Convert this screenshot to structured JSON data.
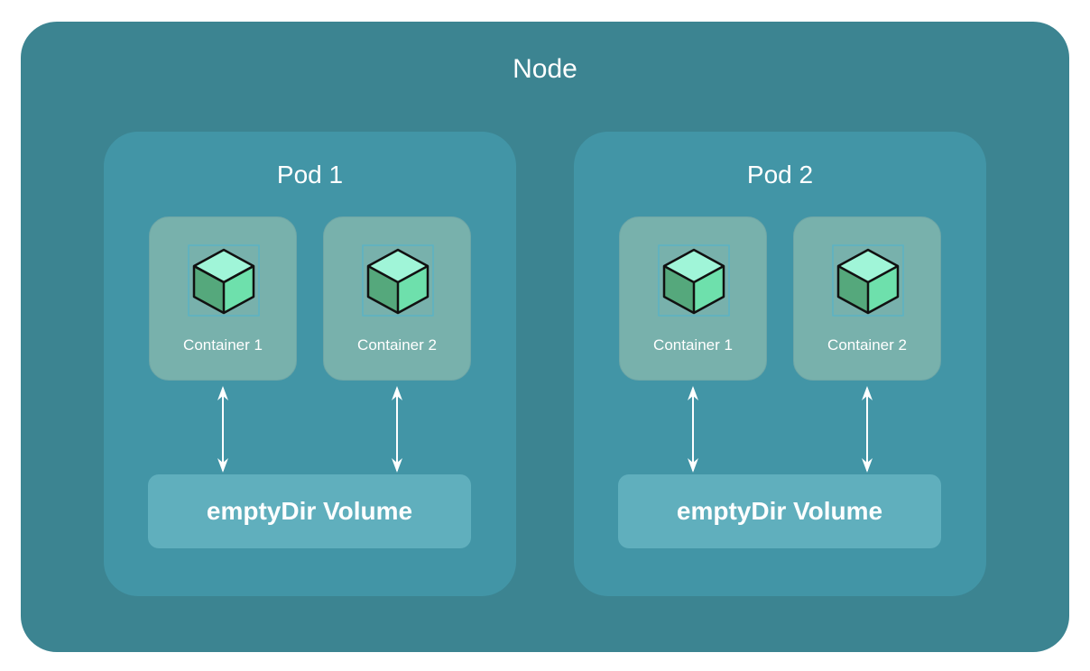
{
  "node": {
    "title": "Node"
  },
  "pods": [
    {
      "title": "Pod 1",
      "containers": [
        {
          "label": "Container 1"
        },
        {
          "label": "Container 2"
        }
      ],
      "volume": "emptyDir Volume"
    },
    {
      "title": "Pod 2",
      "containers": [
        {
          "label": "Container 1"
        },
        {
          "label": "Container 2"
        }
      ],
      "volume": "emptyDir Volume"
    }
  ],
  "colors": {
    "node": "#3c8491",
    "pod": "#4295a6",
    "container": "#78b1ac",
    "volume": "#60afbd"
  }
}
